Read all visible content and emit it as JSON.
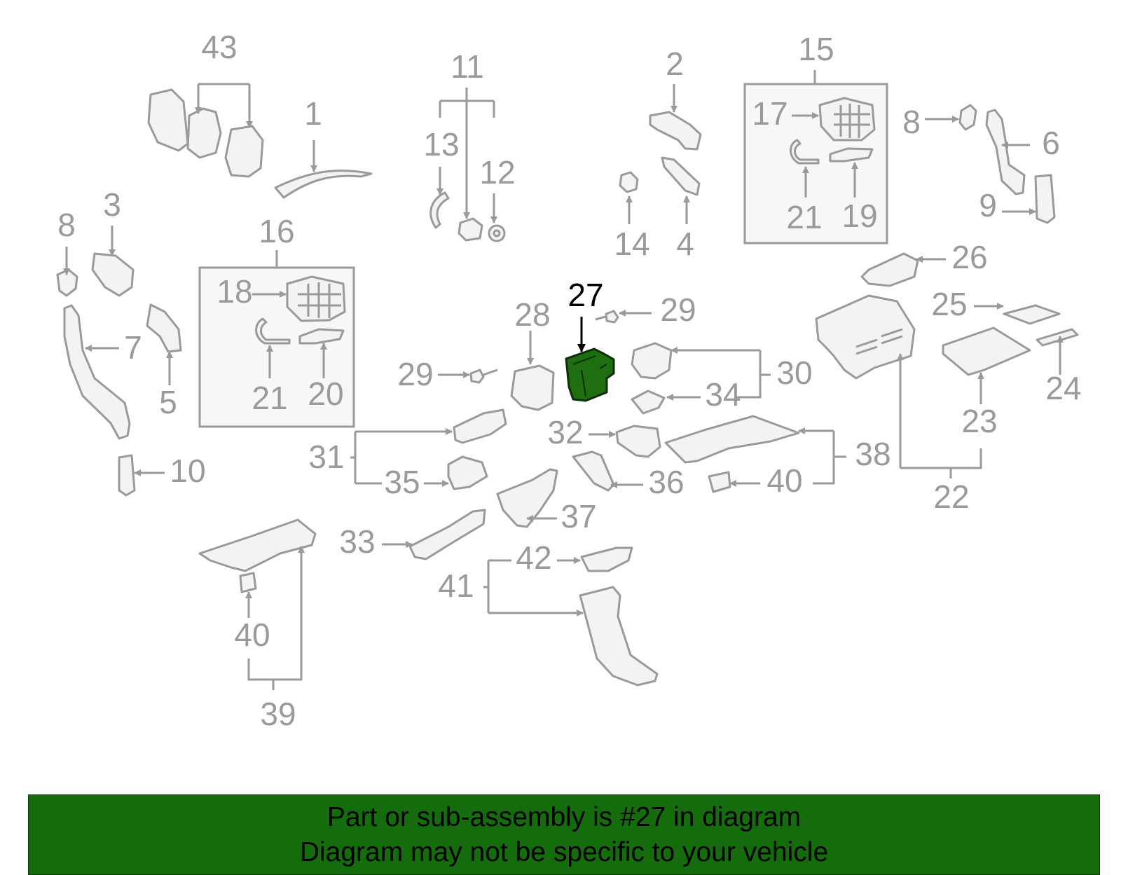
{
  "banner": {
    "line1": "Part or sub-assembly is #27 in diagram",
    "line2": "Diagram may not be specific to your vehicle"
  },
  "highlighted_part": "27",
  "colors": {
    "banner_bg": "#156c0c",
    "highlight_part": "#1f6e12",
    "line_gray": "#9a9a9a",
    "selected_label": "#000000"
  },
  "labels": {
    "p43": "43",
    "p1": "1",
    "p11": "11",
    "p13": "13",
    "p12": "12",
    "p2": "2",
    "p15": "15",
    "p17": "17",
    "p8a": "8",
    "p6": "6",
    "p21a": "21",
    "p19": "19",
    "p9": "9",
    "p14": "14",
    "p4": "4",
    "p8b": "8",
    "p3": "3",
    "p16": "16",
    "p18": "18",
    "p7": "7",
    "p5": "5",
    "p21b": "21",
    "p20": "20",
    "p10": "10",
    "p27": "27",
    "p28": "28",
    "p29a": "29",
    "p29b": "29",
    "p30": "30",
    "p34": "34",
    "p26": "26",
    "p25": "25",
    "p24": "24",
    "p23": "23",
    "p22": "22",
    "p31": "31",
    "p35": "35",
    "p32": "32",
    "p36": "36",
    "p38": "38",
    "p40a": "40",
    "p37": "37",
    "p33": "33",
    "p42": "42",
    "p41": "41",
    "p40b": "40",
    "p39": "39"
  }
}
